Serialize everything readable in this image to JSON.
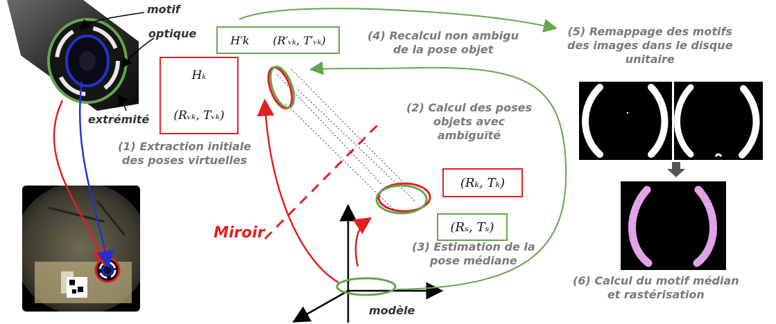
{
  "labels": {
    "motif": "motif",
    "optique": "optique",
    "extremite": "extrémité",
    "step1_line1": "(1) Extraction initiale",
    "step1_line2": "des poses virtuelles",
    "step2_line1": "(2) Calcul des poses",
    "step2_line2": "objets avec",
    "step2_line3": "ambiguïté",
    "step3_line1": "(3) Estimation de la",
    "step3_line2": "pose médiane",
    "step4_line1": "(4) Recalcul non ambigu",
    "step4_line2": "de la pose objet",
    "step5_line1": "(5) Remappage des motifs",
    "step5_line2": "des images dans le disque",
    "step5_line3": "unitaire",
    "step6_line1": "(6) Calcul du motif médian",
    "step6_line2": "et rastérisation",
    "miroir": "Miroir",
    "modele": "modèle"
  },
  "formulas": {
    "hk": "Hₖ",
    "rvk_tvk": "(Rᵥₖ, Tᵥₖ)",
    "h_prime_k": "H′k",
    "r_prime": "(R′ᵥₖ, T′ᵥₖ)",
    "rk_tk": "(Rₖ, Tₖ)",
    "rs_ts": "(Rₛ, Tₛ)"
  },
  "colors": {
    "red": "#e41f1f",
    "green": "#63a64a",
    "blue": "#2233cc",
    "gray_text": "#7a7a7a",
    "pink": "#e4a3e8"
  }
}
